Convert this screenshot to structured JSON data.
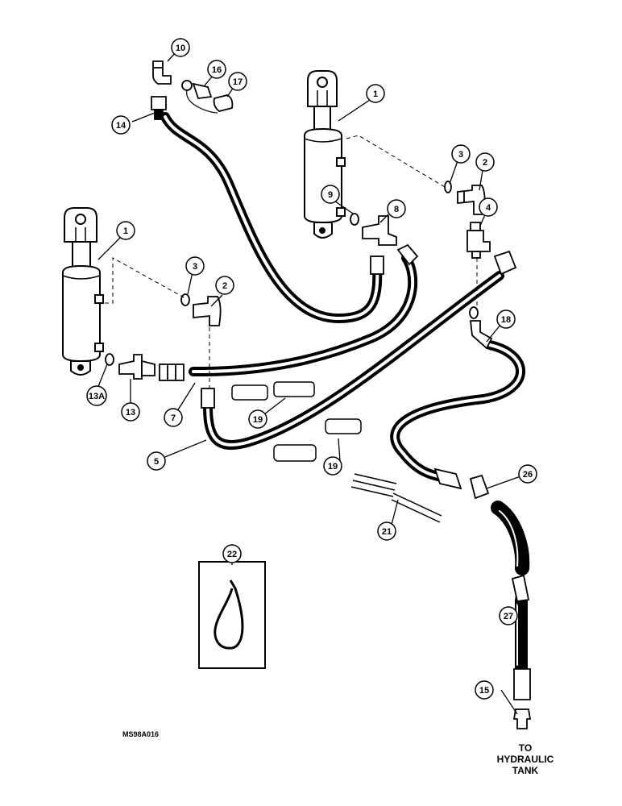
{
  "callouts": {
    "c1a": "1",
    "c1b": "1",
    "c2a": "2",
    "c2b": "2",
    "c3a": "3",
    "c3b": "3",
    "c4": "4",
    "c5": "5",
    "c7": "7",
    "c8": "8",
    "c9": "9",
    "c10": "10",
    "c13": "13",
    "c13a": "13A",
    "c14": "14",
    "c15": "15",
    "c16": "16",
    "c17": "17",
    "c18": "18",
    "c19a": "19",
    "c19b": "19",
    "c21": "21",
    "c22": "22",
    "c26": "26",
    "c27": "27"
  },
  "tank_label": {
    "line1": "TO",
    "line2": "HYDRAULIC",
    "line3": "TANK"
  },
  "drawing_code": "MS98A016"
}
